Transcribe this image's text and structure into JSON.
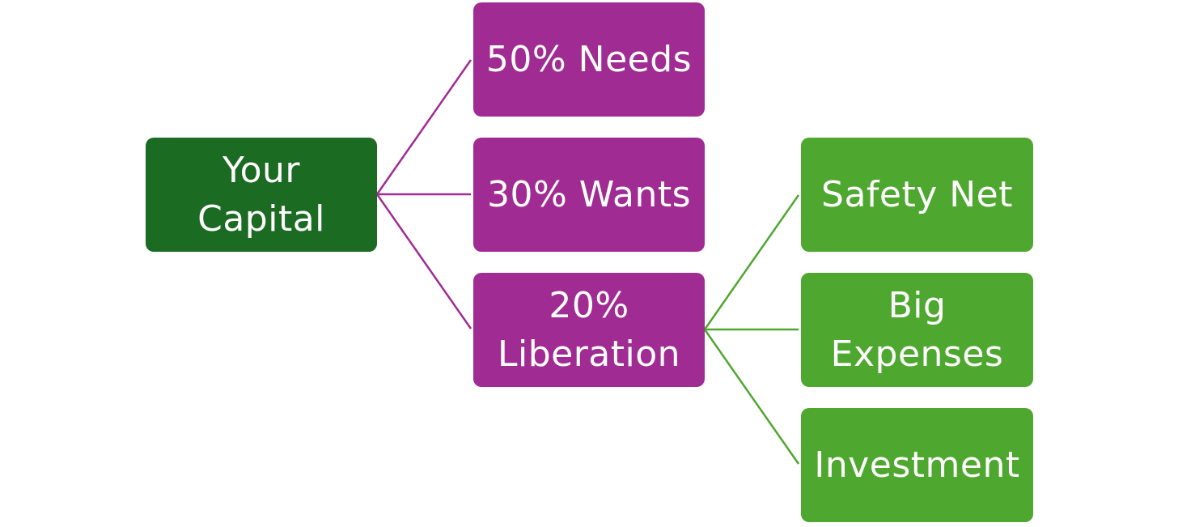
{
  "colors": {
    "root": "#1b6b23",
    "level1": "#a02b93",
    "level2": "#4ea72e",
    "connector_level1": "#a02b93",
    "connector_level2": "#4ea72e"
  },
  "diagram": {
    "root": {
      "label": "Your\nCapital"
    },
    "level1": [
      {
        "id": "needs",
        "label": "50% Needs"
      },
      {
        "id": "wants",
        "label": "30% Wants"
      },
      {
        "id": "liberation",
        "label": "20%\nLiberation"
      }
    ],
    "level2_parent": "liberation",
    "level2": [
      {
        "id": "safety-net",
        "label": "Safety Net"
      },
      {
        "id": "big-expenses",
        "label": "Big\nExpenses"
      },
      {
        "id": "investment",
        "label": "Investment"
      }
    ]
  }
}
